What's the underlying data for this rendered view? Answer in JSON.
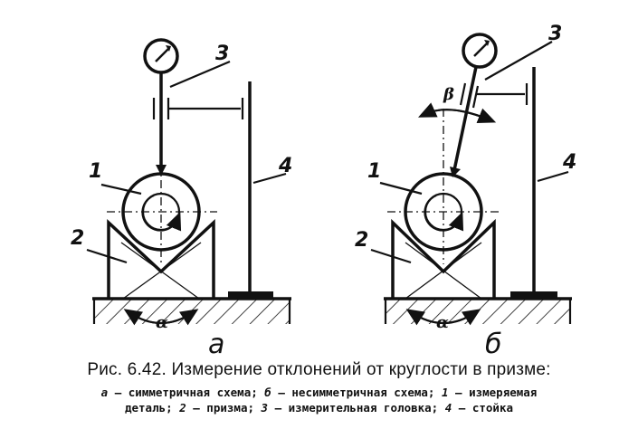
{
  "panels": [
    {
      "id": "a",
      "label": "а",
      "callouts": [
        "1",
        "2",
        "3",
        "4"
      ],
      "angle_label": "α"
    },
    {
      "id": "b",
      "label": "б",
      "callouts": [
        "1",
        "2",
        "3",
        "4"
      ],
      "angle_label": "α",
      "tilt_label": "β"
    }
  ],
  "caption": {
    "figure_number": "Рис. 6.42.",
    "title": "Измерение отклонений от круглости в призме:",
    "legend_line1": [
      {
        "key": "а",
        "text": " — симметричная схема; "
      },
      {
        "key": "б",
        "text": " — несимметричная схема; "
      },
      {
        "key": "1",
        "text": " — измеряемая"
      }
    ],
    "legend_line2": [
      {
        "key": "",
        "text": "деталь; "
      },
      {
        "key": "2",
        "text": " — призма; "
      },
      {
        "key": "3",
        "text": " — измерительная головка; "
      },
      {
        "key": "4",
        "text": " — стойка"
      }
    ]
  },
  "colors": {
    "ink": "#111111",
    "paper": "#ffffff"
  }
}
